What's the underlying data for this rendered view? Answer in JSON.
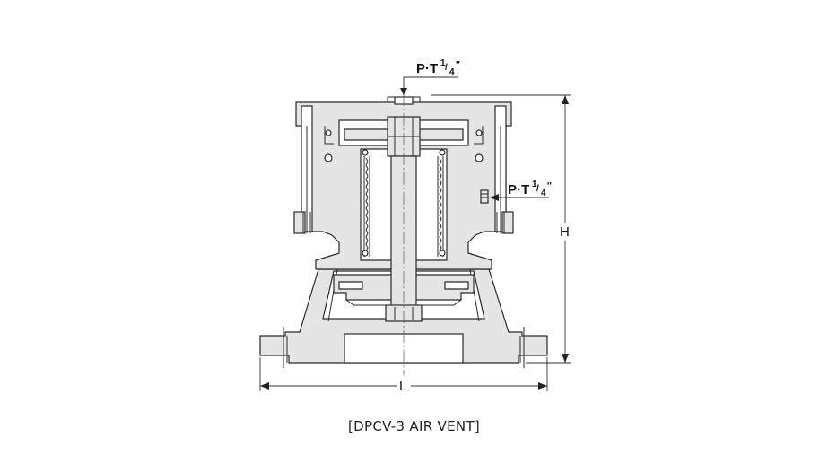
{
  "caption": "[DPCV-3 AIR VENT]",
  "labels": {
    "top_port": {
      "prefix": "P·T",
      "num": "1",
      "den": "4",
      "mark": "″"
    },
    "side_port": {
      "prefix": "P·T",
      "num": "1",
      "den": "4",
      "mark": "″"
    },
    "height_dim": "H",
    "length_dim": "L"
  }
}
